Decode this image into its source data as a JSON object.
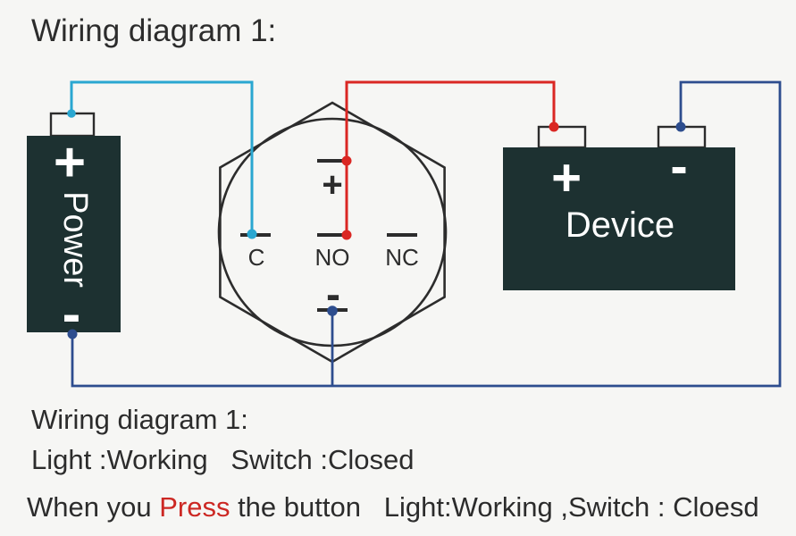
{
  "title": "Wiring diagram 1:",
  "power": {
    "label": "Power",
    "plus": "+",
    "minus": "-"
  },
  "switch": {
    "led_plus": "+",
    "led_minus": "-",
    "terminal_c": "C",
    "terminal_no": "NO",
    "terminal_nc": "NC"
  },
  "device": {
    "label": "Device",
    "plus": "+",
    "minus": "-"
  },
  "caption": {
    "line1": "Wiring diagram 1:",
    "line2": "Light :Working   Switch :Closed",
    "line3_prefix": "When you ",
    "line3_highlight": "Press",
    "line3_suffix": " the button   Light:Working ,Switch : Cloesd"
  },
  "colors": {
    "background": "#f6f6f4",
    "box_fill": "#1d3131",
    "ink": "#2c2c2c",
    "wire_light_blue": "#2aa7d1",
    "wire_red": "#da2723",
    "wire_navy": "#2d4d8e",
    "press_red": "#cc2823"
  }
}
